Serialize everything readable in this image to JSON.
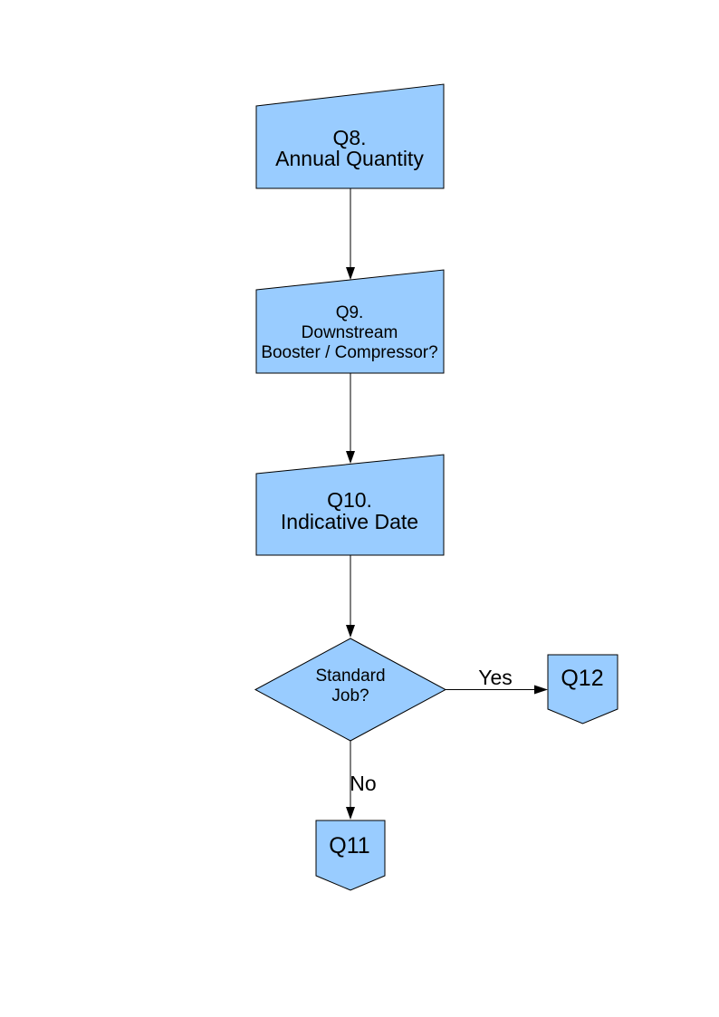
{
  "page": {
    "background_color": "#FFFFFF"
  },
  "colors": {
    "node_fill": "#99CCFF",
    "node_outline": "#000000",
    "connector_line": "#000000",
    "label_text": "#000000"
  },
  "flowchart": {
    "nodes": {
      "q8": {
        "shape": "manual-input",
        "lines": [
          "Q8.",
          "Annual Quantity"
        ]
      },
      "q9": {
        "shape": "manual-input",
        "lines": [
          "Q9.",
          "Downstream",
          "Booster / Compressor?"
        ]
      },
      "q10": {
        "shape": "manual-input",
        "lines": [
          "Q10.",
          "Indicative Date"
        ]
      },
      "standard_job": {
        "shape": "decision",
        "lines": [
          "Standard",
          "Job?"
        ]
      },
      "q12": {
        "shape": "off-page-connector",
        "label": "Q12"
      },
      "q11": {
        "shape": "off-page-connector",
        "label": "Q11"
      }
    },
    "connectors": {
      "q8_to_q9": {
        "from": "q8",
        "to": "q9",
        "label": ""
      },
      "q9_to_q10": {
        "from": "q9",
        "to": "q10",
        "label": ""
      },
      "q10_to_decision": {
        "from": "q10",
        "to": "standard_job",
        "label": ""
      },
      "decision_to_q12": {
        "from": "standard_job",
        "to": "q12",
        "label": "Yes"
      },
      "decision_to_q11": {
        "from": "standard_job",
        "to": "q11",
        "label": "No"
      }
    }
  }
}
